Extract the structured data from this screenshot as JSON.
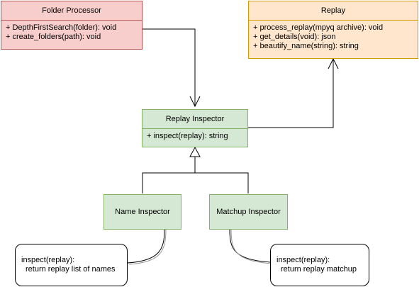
{
  "folder_processor": {
    "title": "Folder Processor",
    "methods": [
      "+ DepthFirstSearch(folder): void",
      "+ create_folders(path): void"
    ]
  },
  "replay": {
    "title": "Replay",
    "methods": [
      "+ process_replay(mpyq archive): void",
      "+ get_details(void): json",
      "+ beautify_name(string): string"
    ]
  },
  "replay_inspector": {
    "title": "Replay Inspector",
    "methods": [
      "+ inspect(replay): string"
    ]
  },
  "name_inspector": {
    "title": "Name Inspector"
  },
  "matchup_inspector": {
    "title": "Matchup Inspector"
  },
  "notes": {
    "name": {
      "line1": "inspect(replay):",
      "line2": "return replay list of names"
    },
    "matchup": {
      "line1": "inspect(replay):",
      "line2": "return replay matchup"
    }
  },
  "colors": {
    "red_fill": "#f8cecc",
    "red_stroke": "#b85450",
    "orange_fill": "#ffe6cc",
    "orange_stroke": "#d79b00",
    "green_fill": "#d5e8d4",
    "green_stroke": "#82b366"
  }
}
